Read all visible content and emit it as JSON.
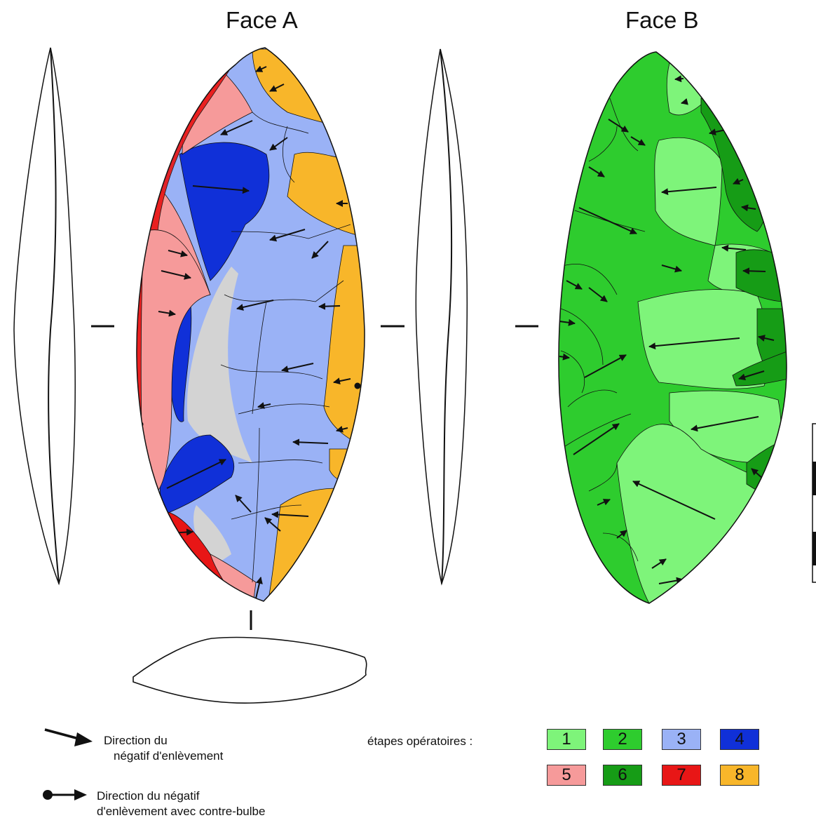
{
  "titles": {
    "face_a": "Face A",
    "face_b": "Face B"
  },
  "legend": {
    "arrow_label_1": "Direction du",
    "arrow_label_2": "négatif d'enlèvement",
    "bulb_label_1": "Direction du négatif",
    "bulb_label_2": "d'enlèvement avec contre-bulbe",
    "stages_label": "étapes opératoires :"
  },
  "stages": [
    {
      "label": "1",
      "color": "#7ef47a"
    },
    {
      "label": "2",
      "color": "#2ecc2e"
    },
    {
      "label": "3",
      "color": "#9ab2f6"
    },
    {
      "label": "4",
      "color": "#1030d8"
    },
    {
      "label": "5",
      "color": "#f69a9a"
    },
    {
      "label": "6",
      "color": "#169c16"
    },
    {
      "label": "7",
      "color": "#e81616"
    },
    {
      "label": "8",
      "color": "#f8b62a"
    }
  ],
  "colors": {
    "cortex": "#d3d3d3",
    "outline": "#111111"
  }
}
